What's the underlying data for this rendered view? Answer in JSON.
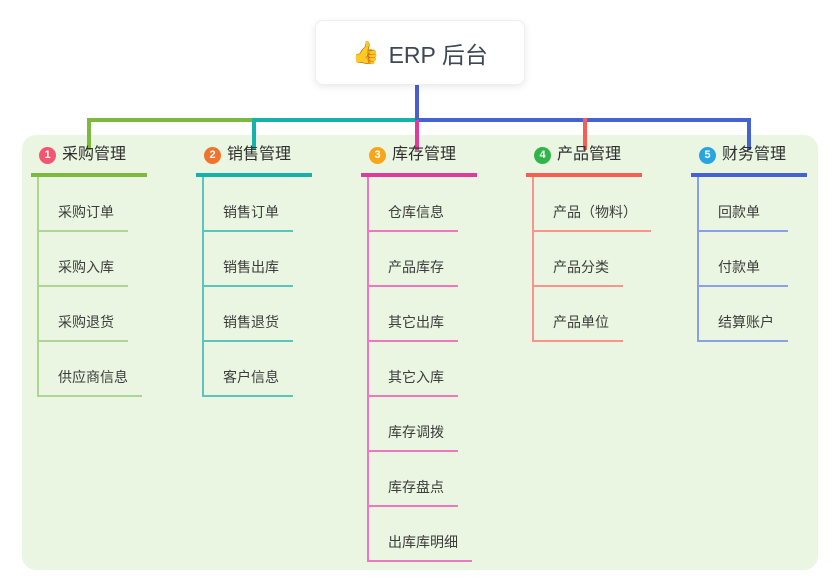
{
  "root": {
    "icon": "👍",
    "label": "ERP 后台"
  },
  "colors": {
    "root-line": "#4b5ecd",
    "green": "#7cb93e",
    "green-light": "#aed591",
    "teal": "#14b2a9",
    "teal-light": "#5ac5bd",
    "magenta": "#e03a9c",
    "magenta-light": "#ee78c0",
    "red": "#f75d53",
    "red-light": "#f9948c",
    "blue": "#4562d3",
    "blue-light": "#8ba1e6",
    "badge1": "#f25672",
    "badge2": "#f2742c",
    "badge3": "#f7a619",
    "badge4": "#31b54b",
    "badge5": "#27a5de",
    "panel": "#eaf6e2",
    "text-dark": "#3d4756",
    "text-node": "#2e2e2e",
    "text-item": "#3c3c3c"
  },
  "branches": [
    {
      "badge": "1",
      "label": "采购管理",
      "items": [
        "采购订单",
        "采购入库",
        "采购退货",
        "供应商信息"
      ]
    },
    {
      "badge": "2",
      "label": "销售管理",
      "items": [
        "销售订单",
        "销售出库",
        "销售退货",
        "客户信息"
      ]
    },
    {
      "badge": "3",
      "label": "库存管理",
      "items": [
        "仓库信息",
        "产品库存",
        "其它出库",
        "其它入库",
        "库存调拨",
        "库存盘点",
        "出库库明细"
      ]
    },
    {
      "badge": "4",
      "label": "产品管理",
      "items": [
        "产品（物料）",
        "产品分类",
        "产品单位"
      ]
    },
    {
      "badge": "5",
      "label": "财务管理",
      "items": [
        "回款单",
        "付款单",
        "结算账户"
      ]
    }
  ]
}
